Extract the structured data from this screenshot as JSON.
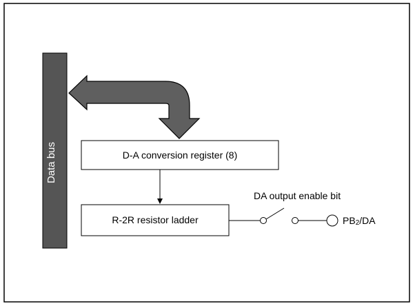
{
  "data_bus_label": "Data bus",
  "register_label": "D-A conversion register (8)",
  "ladder_label": "R-2R resistor ladder",
  "switch_label": "DA output enable bit",
  "pin_label": {
    "prefix": "PB",
    "subscript": "2",
    "suffix": "/DA"
  },
  "colors": {
    "bus_fill": "#555555",
    "arrow_fill": "#5f5f5f",
    "stroke": "#000000",
    "background": "#ffffff"
  }
}
